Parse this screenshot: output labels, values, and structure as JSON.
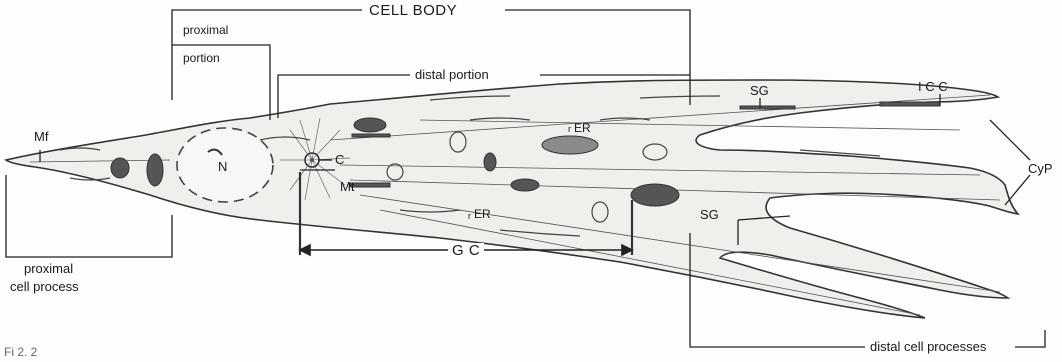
{
  "labels": {
    "cell_body": "CELL BODY",
    "proximal_portion_1": "proximal",
    "proximal_portion_2": "portion",
    "distal_portion": "distal portion",
    "proximal_cell_process_1": "proximal",
    "proximal_cell_process_2": "cell process",
    "distal_cell_processes": "distal cell processes",
    "mf": "Mf",
    "n": "N",
    "c": "C",
    "mt": "Mt",
    "rer_top": "ER",
    "rer_top_prefix": "r",
    "rer_bottom": "ER",
    "rer_bottom_prefix": "r",
    "sg_top": "SG",
    "sg_bottom": "SG",
    "icc": "I C C",
    "cyp": "CyP",
    "gc": "G C",
    "fig": "Fi 2. 2"
  }
}
